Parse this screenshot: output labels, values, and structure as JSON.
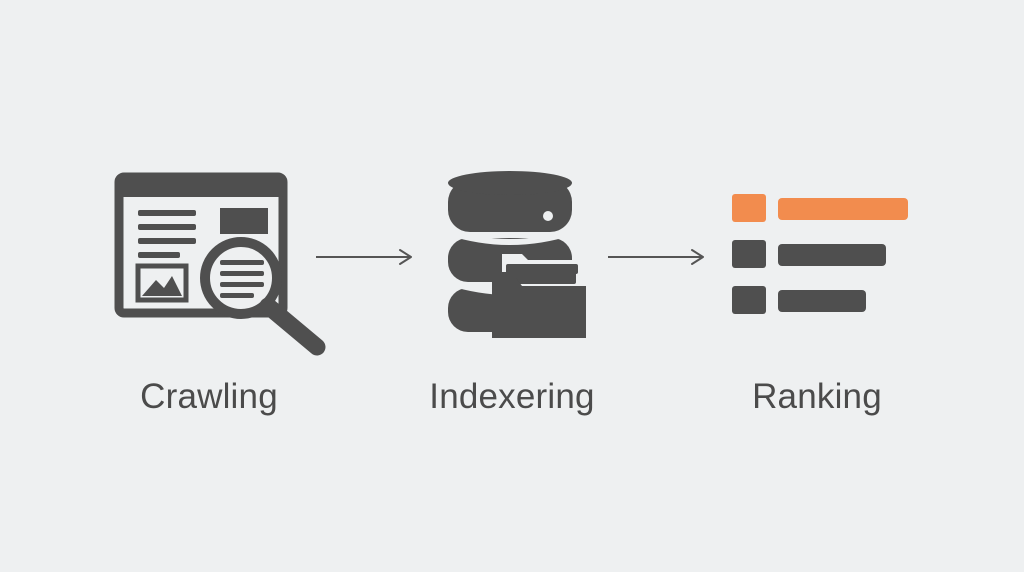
{
  "colors": {
    "background": "#eef0f1",
    "icon_dark": "#4f4f4f",
    "accent": "#f28c4e",
    "label_text": "#4b4b4b",
    "arrow": "#555555"
  },
  "steps": [
    {
      "label": "Crawling",
      "icon": "browser-with-magnifier-icon"
    },
    {
      "label": "Indexering",
      "icon": "database-with-folder-icon"
    },
    {
      "label": "Ranking",
      "icon": "ranked-list-icon"
    }
  ],
  "connectors": [
    "arrow-right-icon",
    "arrow-right-icon"
  ]
}
